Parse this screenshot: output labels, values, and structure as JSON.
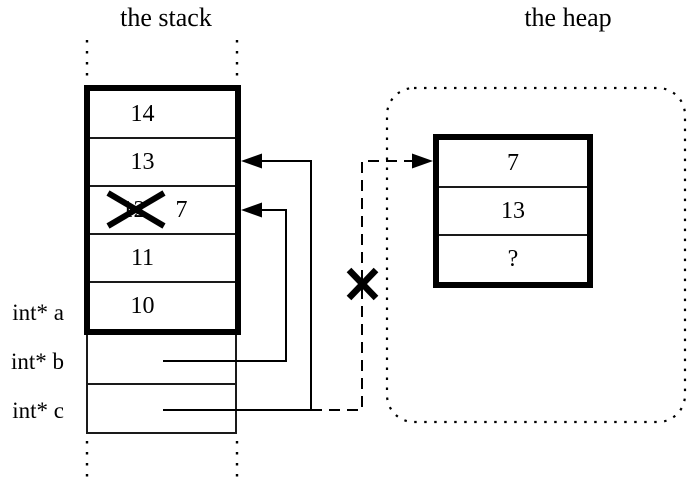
{
  "titles": {
    "stack": "the stack",
    "heap": "the heap"
  },
  "colors": {
    "ink": "#000000",
    "background": "#ffffff"
  },
  "stack": {
    "frame_cells": [
      {
        "value": "14"
      },
      {
        "value": "13"
      },
      {
        "old_value": "12",
        "new_value": "7",
        "crossed_out": true
      },
      {
        "value": "11"
      },
      {
        "value": "10"
      }
    ],
    "pointer_rows": [
      {
        "label": "int* a"
      },
      {
        "label": "int* b"
      },
      {
        "label": "int* c"
      }
    ]
  },
  "heap": {
    "block_cells": [
      {
        "value": "7"
      },
      {
        "value": "13"
      },
      {
        "value": "?"
      }
    ]
  },
  "annotations": {
    "cross_out_icon": "value 12 crossed out",
    "broken_link_x_icon": "dashed pointer to freed heap block marked broken"
  }
}
